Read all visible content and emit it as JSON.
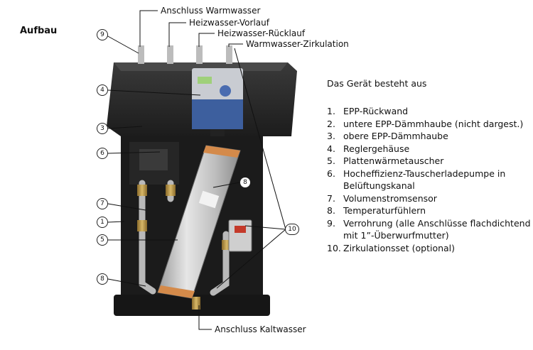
{
  "title": "Aufbau",
  "labels": {
    "warmwasser": "Anschluss Warmwasser",
    "vorlauf": "Heizwasser-Vorlauf",
    "ruecklauf": "Heizwasser-Rücklauf",
    "zirkulation": "Warmwasser-Zirkulation",
    "kaltwasser": "Anschluss Kaltwasser"
  },
  "callouts": [
    "9",
    "4",
    "3",
    "6",
    "8",
    "7",
    "1",
    "5",
    "8",
    "10"
  ],
  "intro": "Das Gerät besteht aus",
  "items": [
    {
      "n": "1.",
      "text": "EPP-Rückwand"
    },
    {
      "n": "2.",
      "text": "untere EPP-Dämmhaube (nicht dargest.)"
    },
    {
      "n": "3.",
      "text": "obere EPP-Dämmhaube"
    },
    {
      "n": "4.",
      "text": "Reglergehäuse"
    },
    {
      "n": "5.",
      "text": "Plattenwärmetauscher"
    },
    {
      "n": "6.",
      "text": "Hocheffizienz-Tauscherladepumpe in Belüftungskanal"
    },
    {
      "n": "7.",
      "text": "Volumenstromsensor"
    },
    {
      "n": "8.",
      "text": "Temperaturfühlern"
    },
    {
      "n": "9.",
      "text": "Verrohrung (alle Anschlüsse flachdichtend mit 1”-Überwurfmutter)"
    },
    {
      "n": "10.",
      "text": "Zirkulationsset (optional)"
    }
  ]
}
